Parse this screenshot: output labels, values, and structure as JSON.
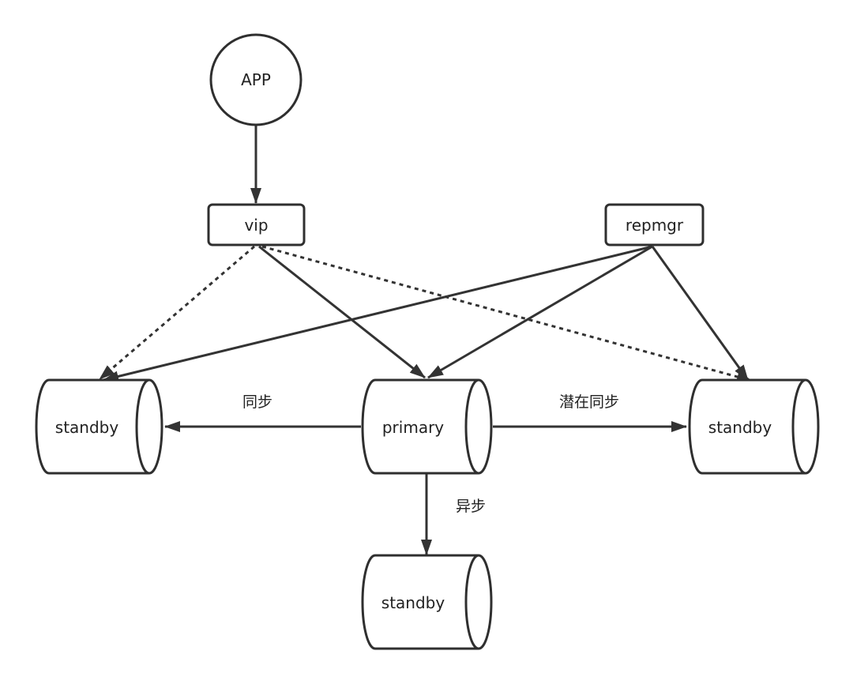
{
  "nodes": {
    "app": "APP",
    "vip": "vip",
    "repmgr": "repmgr",
    "standby_left": "standby",
    "primary": "primary",
    "standby_right": "standby",
    "standby_bottom": "standby"
  },
  "edge_labels": {
    "sync": "同步",
    "potential_sync": "潜在同步",
    "async": "异步"
  },
  "colors": {
    "stroke": "#2f2f2f",
    "text": "#222222",
    "background": "#ffffff"
  }
}
